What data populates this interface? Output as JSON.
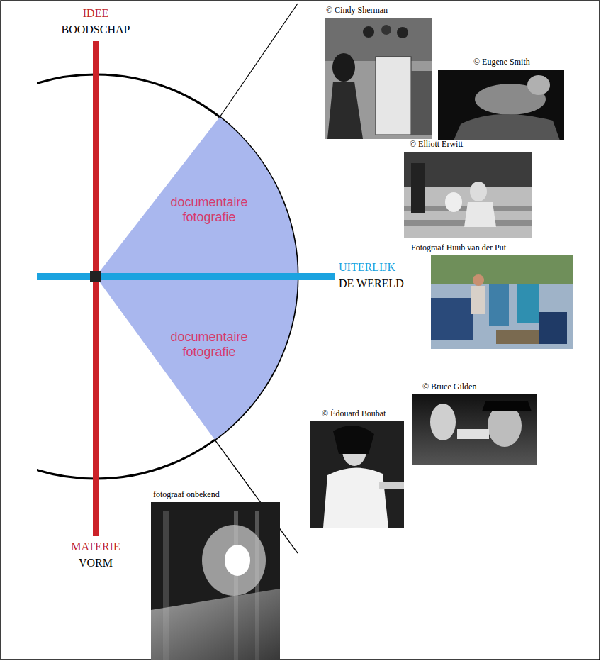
{
  "diagram": {
    "nodes": [
      {
        "text": [
          "documentaire fotografie",
          "documentaire fotografie"
        ]
      }
    ],
    "labels": [
      "IDEE",
      "BOODSCHAP",
      "UITERLIJK",
      "DE WERELD",
      "MATERIE",
      "VORM",
      "© Cindy Sherman",
      "© Eugene Smith",
      "© Elliott Erwitt",
      "Fotograaf Huub van der Put",
      "© Bruce Gilden",
      "© Édouard Boubat",
      "fotograaf onbekend"
    ]
  }
}
